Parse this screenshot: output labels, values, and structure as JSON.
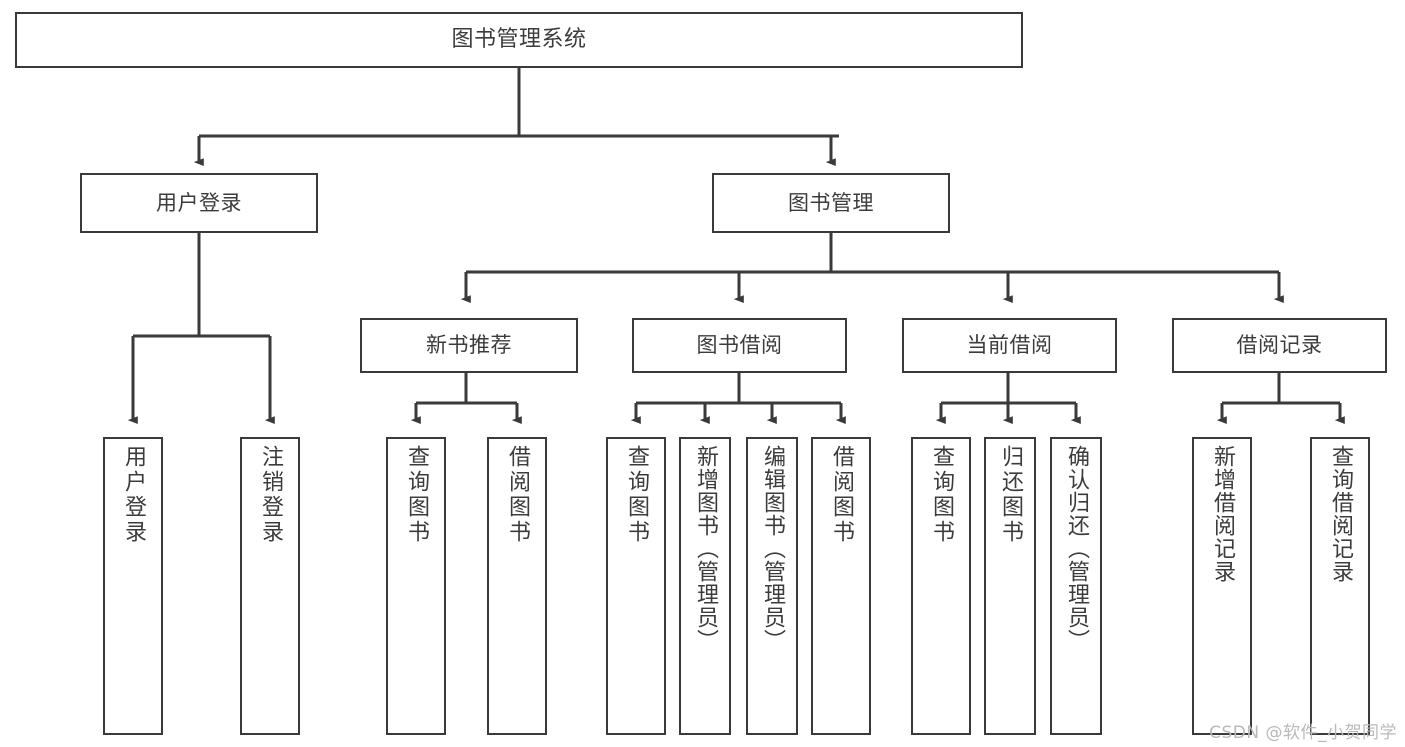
{
  "diagram": {
    "title": "图书管理系统",
    "type": "tree-hierarchy",
    "watermark": "CSDN @软件_小贺同学",
    "colors": {
      "stroke": "#3a3a3a",
      "fill": "#ffffff",
      "text": "#3c3c3c",
      "watermark": "#b9b9b9",
      "background": "#ffffff"
    },
    "nodes": {
      "root": {
        "label": "图书管理系统"
      },
      "level2": [
        {
          "id": "user-login",
          "label": "用户登录"
        },
        {
          "id": "book-management",
          "label": "图书管理"
        }
      ],
      "level3": [
        {
          "id": "new-book-recommend",
          "label": "新书推荐"
        },
        {
          "id": "book-borrow",
          "label": "图书借阅"
        },
        {
          "id": "current-borrow",
          "label": "当前借阅"
        },
        {
          "id": "borrow-record",
          "label": "借阅记录"
        }
      ],
      "leaves": [
        {
          "id": "leaf-user-login",
          "label": "用户登录",
          "parent": "user-login"
        },
        {
          "id": "leaf-logout",
          "label": "注销登录",
          "parent": "user-login"
        },
        {
          "id": "leaf-query-book-1",
          "label": "查询图书",
          "parent": "new-book-recommend"
        },
        {
          "id": "leaf-borrow-book-1",
          "label": "借阅图书",
          "parent": "new-book-recommend"
        },
        {
          "id": "leaf-query-book-2",
          "label": "查询图书",
          "parent": "book-borrow"
        },
        {
          "id": "leaf-add-book",
          "label": "新增图书（管理员）",
          "parent": "book-borrow"
        },
        {
          "id": "leaf-edit-book",
          "label": "编辑图书（管理员）",
          "parent": "book-borrow"
        },
        {
          "id": "leaf-borrow-book-2",
          "label": "借阅图书",
          "parent": "book-borrow"
        },
        {
          "id": "leaf-query-book-3",
          "label": "查询图书",
          "parent": "current-borrow"
        },
        {
          "id": "leaf-return-book",
          "label": "归还图书",
          "parent": "current-borrow"
        },
        {
          "id": "leaf-confirm-return",
          "label": "确认归还（管理员）",
          "parent": "current-borrow"
        },
        {
          "id": "leaf-add-record",
          "label": "新增借阅记录",
          "parent": "borrow-record"
        },
        {
          "id": "leaf-query-record",
          "label": "查询借阅记录",
          "parent": "borrow-record"
        }
      ]
    }
  }
}
